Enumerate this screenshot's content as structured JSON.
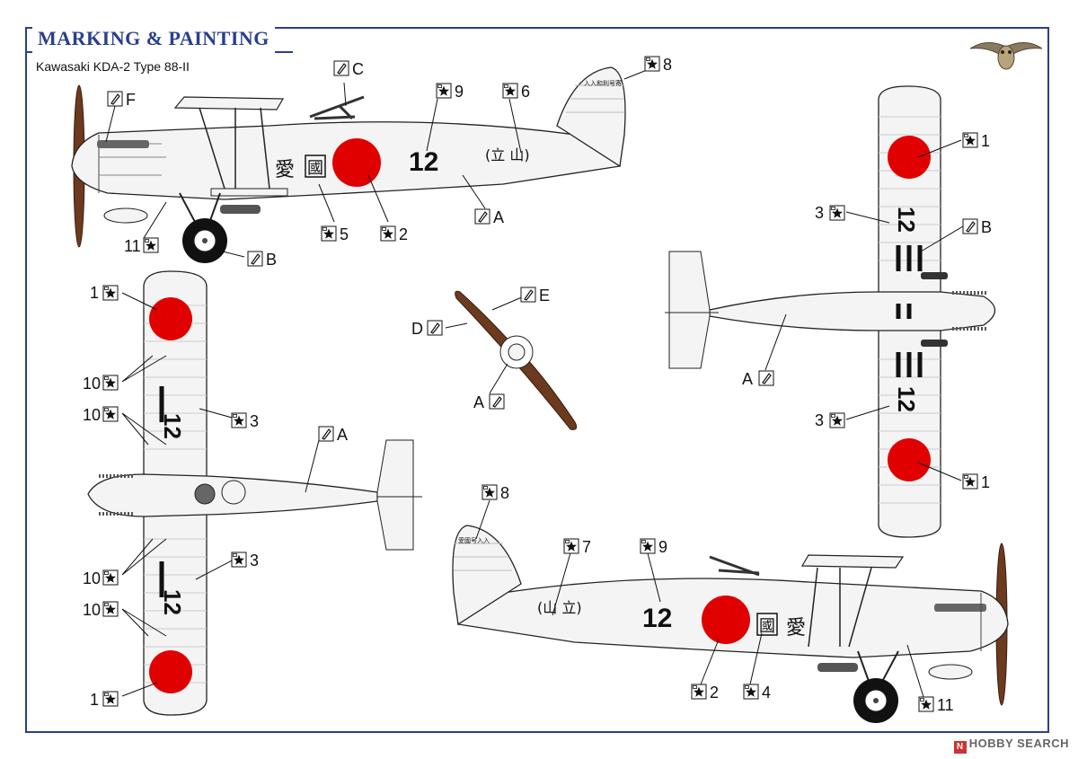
{
  "header": {
    "title": "MARKING & PAINTING",
    "subtitle": "Kawasaki KDA-2 Type 88-II"
  },
  "watermark": "HOBBY SEARCH",
  "colors": {
    "frame": "#2a3f8f",
    "hinomaru": "#e00000",
    "propeller": "#6b3a1f",
    "aircraft": "#f4f4f4",
    "outline": "#222222"
  },
  "icons": {
    "paint": "brush-icon",
    "decal": "star-icon"
  },
  "markings": {
    "fuselage_number": "12",
    "wing_number": "12",
    "fuselage_kanji_left": "(山 立)",
    "fuselage_kanji_right": "(立 山)",
    "kanji_1": "愛",
    "kanji_2": "國",
    "tail_text_left": "入入和利号寄",
    "tail_text_right": "愛國号入入"
  },
  "callouts": {
    "side_left": [
      "C",
      "F",
      "9",
      "6",
      "8",
      "A",
      "5",
      "2",
      "11",
      "B"
    ],
    "propeller": [
      "E",
      "D",
      "A"
    ],
    "top_view": [
      "1",
      "10",
      "10",
      "3",
      "A",
      "3",
      "10",
      "10",
      "1"
    ],
    "bottom_view": [
      "1",
      "3",
      "B",
      "A",
      "3",
      "1"
    ],
    "side_right": [
      "8",
      "7",
      "9",
      "2",
      "4",
      "11"
    ]
  }
}
